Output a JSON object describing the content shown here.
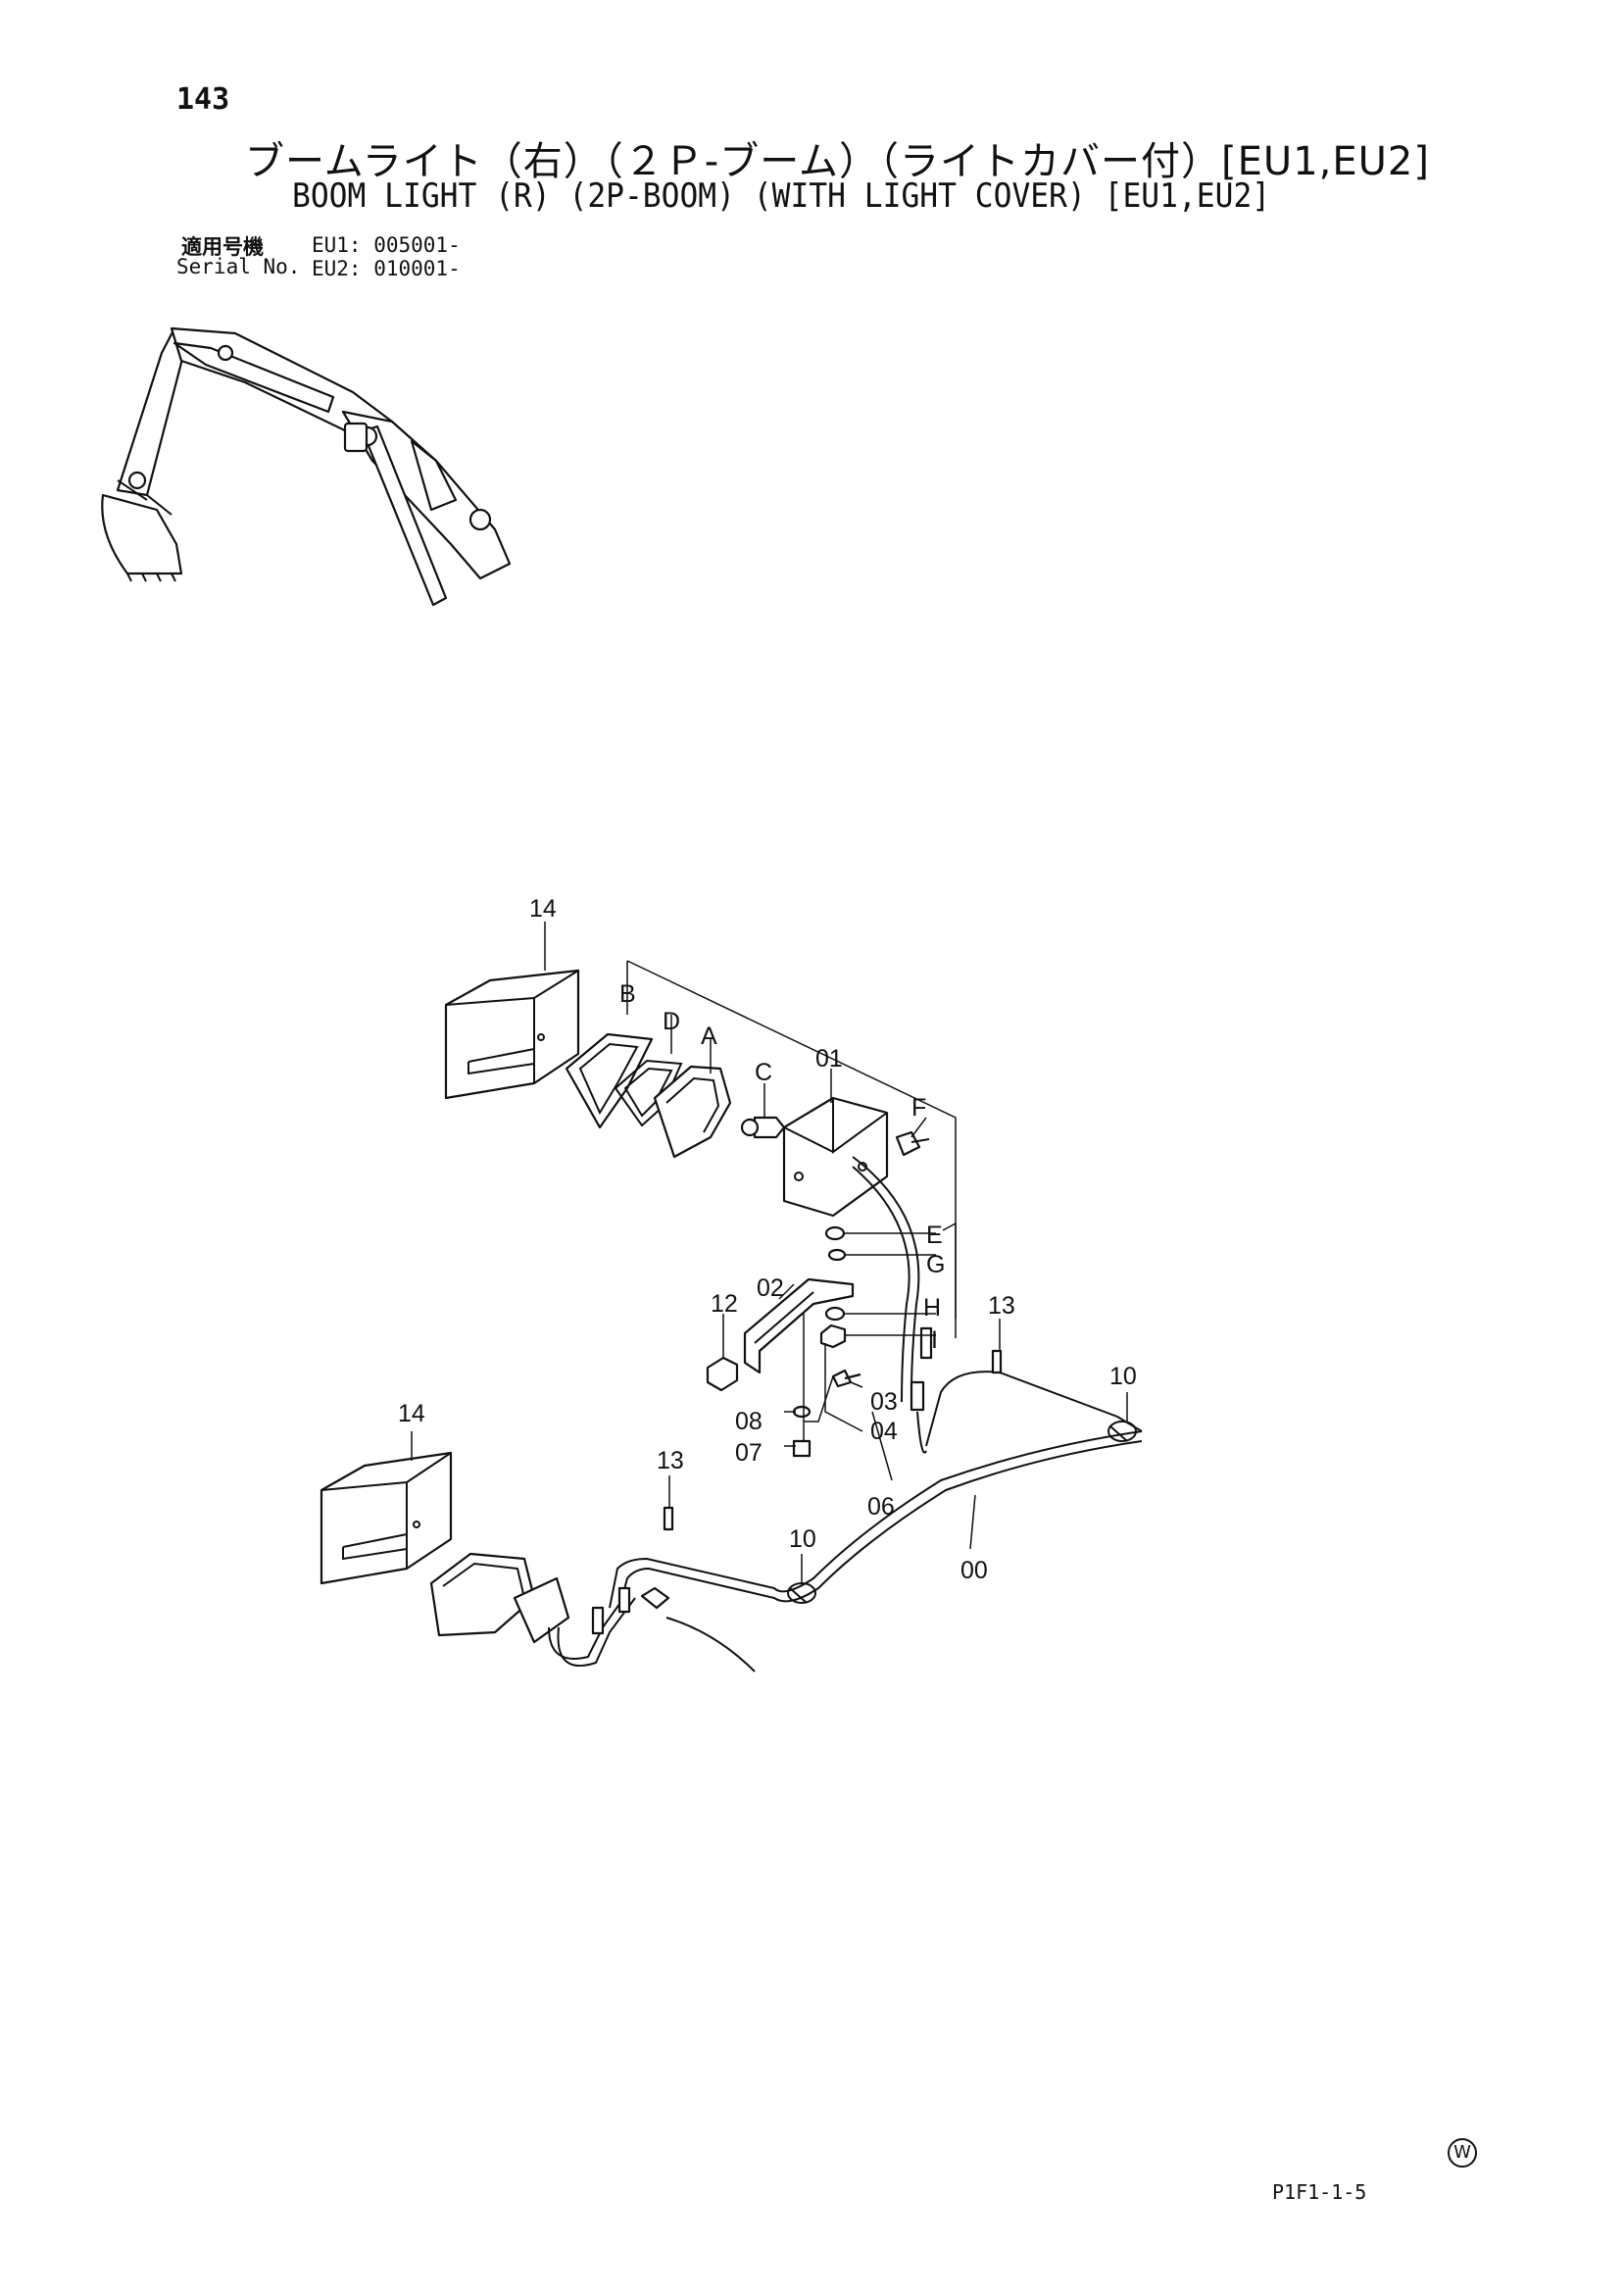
{
  "header": {
    "page_number": "143",
    "title_jp": "ブームライト（右）（２Ｐ-ブーム）（ライトカバー付）[EU1,EU2]",
    "title_en": "BOOM LIGHT (R) (2P-BOOM) (WITH LIGHT COVER) [EU1,EU2]"
  },
  "serial": {
    "label_jp": "適用号機",
    "label_en": "Serial No.",
    "eu1": "EU1: 005001-",
    "eu2": "EU2: 010001-"
  },
  "callouts": {
    "c14_top": "14",
    "B": "B",
    "D": "D",
    "A": "A",
    "C": "C",
    "c01": "01",
    "F": "F",
    "E": "E",
    "G": "G",
    "H": "H",
    "I": "I",
    "c12": "12",
    "c02": "02",
    "c13_right": "13",
    "c10_right": "10",
    "c03": "03",
    "c04": "04",
    "c08": "08",
    "c07": "07",
    "c06": "06",
    "c14_bottom": "14",
    "c13_left": "13",
    "c10_left": "10",
    "c00": "00"
  },
  "footer": {
    "watermark": "W",
    "figure_code": "P1F1-1-5"
  }
}
